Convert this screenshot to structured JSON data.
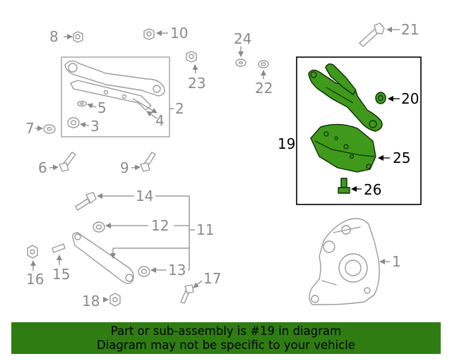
{
  "labels": {
    "l1": "1",
    "l2": "2",
    "l3": "3",
    "l4": "4",
    "l5": "5",
    "l6": "6",
    "l7": "7",
    "l8": "8",
    "l9": "9",
    "l10": "10",
    "l11": "11",
    "l12": "12",
    "l13": "13",
    "l14": "14",
    "l15": "15",
    "l16": "16",
    "l17": "17",
    "l18": "18",
    "l19": "19",
    "l20": "20",
    "l21": "21",
    "l22": "22",
    "l23": "23",
    "l24": "24",
    "l25": "25",
    "l26": "26"
  },
  "banner": {
    "line1": "Part or sub-assembly is #19 in diagram",
    "line2": "Diagram may not be specific to your vehicle"
  },
  "colors": {
    "highlight": "#3f9a1c",
    "banner": "#2f7d12"
  }
}
